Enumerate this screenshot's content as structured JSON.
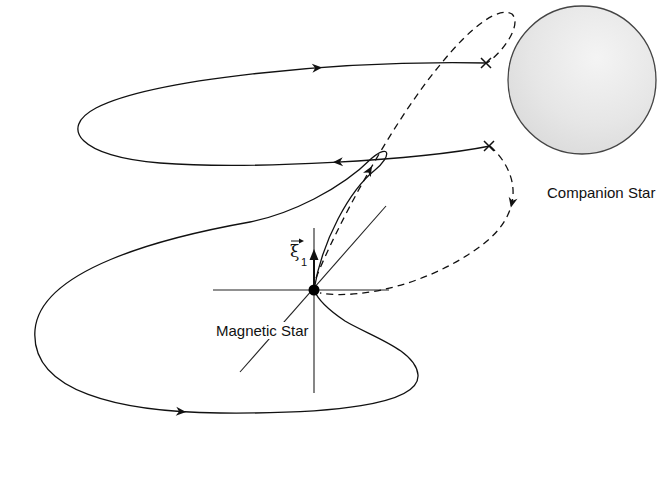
{
  "diagram": {
    "labels": [
      "Companion Star",
      "Magnetic Star",
      "ξ",
      "1"
    ]
  }
}
